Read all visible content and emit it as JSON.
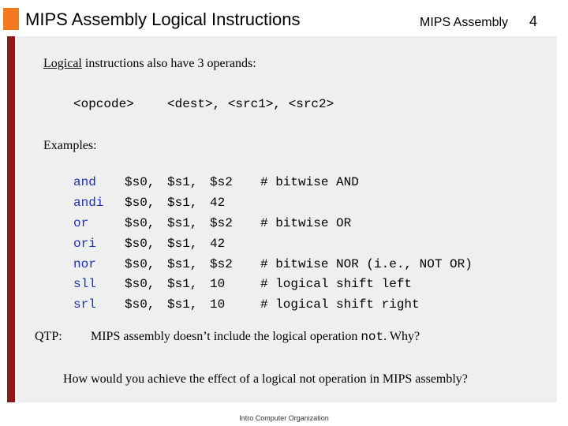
{
  "header": {
    "title": "MIPS Assembly Logical Instructions",
    "right_label": "MIPS Assembly",
    "page_number": "4"
  },
  "intro": {
    "keyword": "Logical",
    "rest": " instructions also have 3 operands:"
  },
  "syntax": {
    "opcode": "<opcode>",
    "operands": "<dest>, <src1>, <src2>"
  },
  "examples_label": "Examples:",
  "code": [
    {
      "op": "and",
      "dest": "$s0,",
      "src1": "$s1,",
      "src2": "$s2",
      "comment": "# bitwise AND"
    },
    {
      "op": "andi",
      "dest": "$s0,",
      "src1": "$s1,",
      "src2": "42",
      "comment": ""
    },
    {
      "op": "or",
      "dest": "$s0,",
      "src1": "$s1,",
      "src2": "$s2",
      "comment": "# bitwise OR"
    },
    {
      "op": "ori",
      "dest": "$s0,",
      "src1": "$s1,",
      "src2": "42",
      "comment": ""
    },
    {
      "op": "nor",
      "dest": "$s0,",
      "src1": "$s1,",
      "src2": "$s2",
      "comment": "# bitwise NOR (i.e., NOT OR)"
    },
    {
      "op": "sll",
      "dest": "$s0,",
      "src1": "$s1,",
      "src2": "10",
      "comment": "# logical shift left"
    },
    {
      "op": "srl",
      "dest": "$s0,",
      "src1": "$s1,",
      "src2": "10",
      "comment": "# logical shift right"
    }
  ],
  "qtp": {
    "label": "QTP:",
    "text_before": "MIPS assembly doesn’t include the logical operation ",
    "code_word": "not",
    "text_after": ".  Why?"
  },
  "question": "How would you achieve the effect of a logical not operation in MIPS assembly?",
  "footer": "Intro Computer Organization",
  "colors": {
    "accent_square": "#f47920",
    "left_bar": "#8b1a1a",
    "content_bg": "#efefef",
    "opcode_text": "#1a33b3"
  }
}
